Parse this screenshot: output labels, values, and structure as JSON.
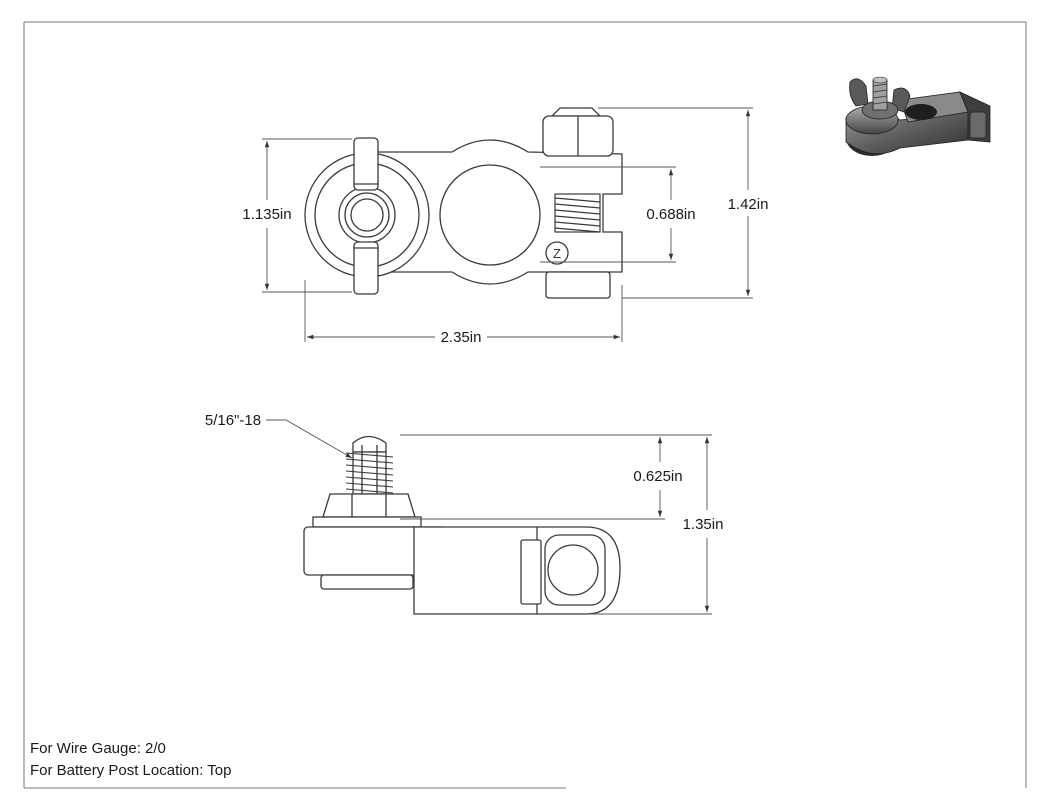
{
  "dimensions": {
    "height_left": "1.135in",
    "clamp_gap": "0.688in",
    "overall_height": "1.42in",
    "overall_length": "2.35in",
    "thread": "5/16\"-18",
    "stud_length": "0.625in",
    "side_height": "1.35in"
  },
  "notes": {
    "wire_gauge": "For Wire Gauge: 2/0",
    "post_location": "For Battery Post Location: Top"
  },
  "colors": {
    "line": "#3a3a3a",
    "dim_line": "#555555",
    "text": "#1a1a1a",
    "frame": "#777777"
  }
}
